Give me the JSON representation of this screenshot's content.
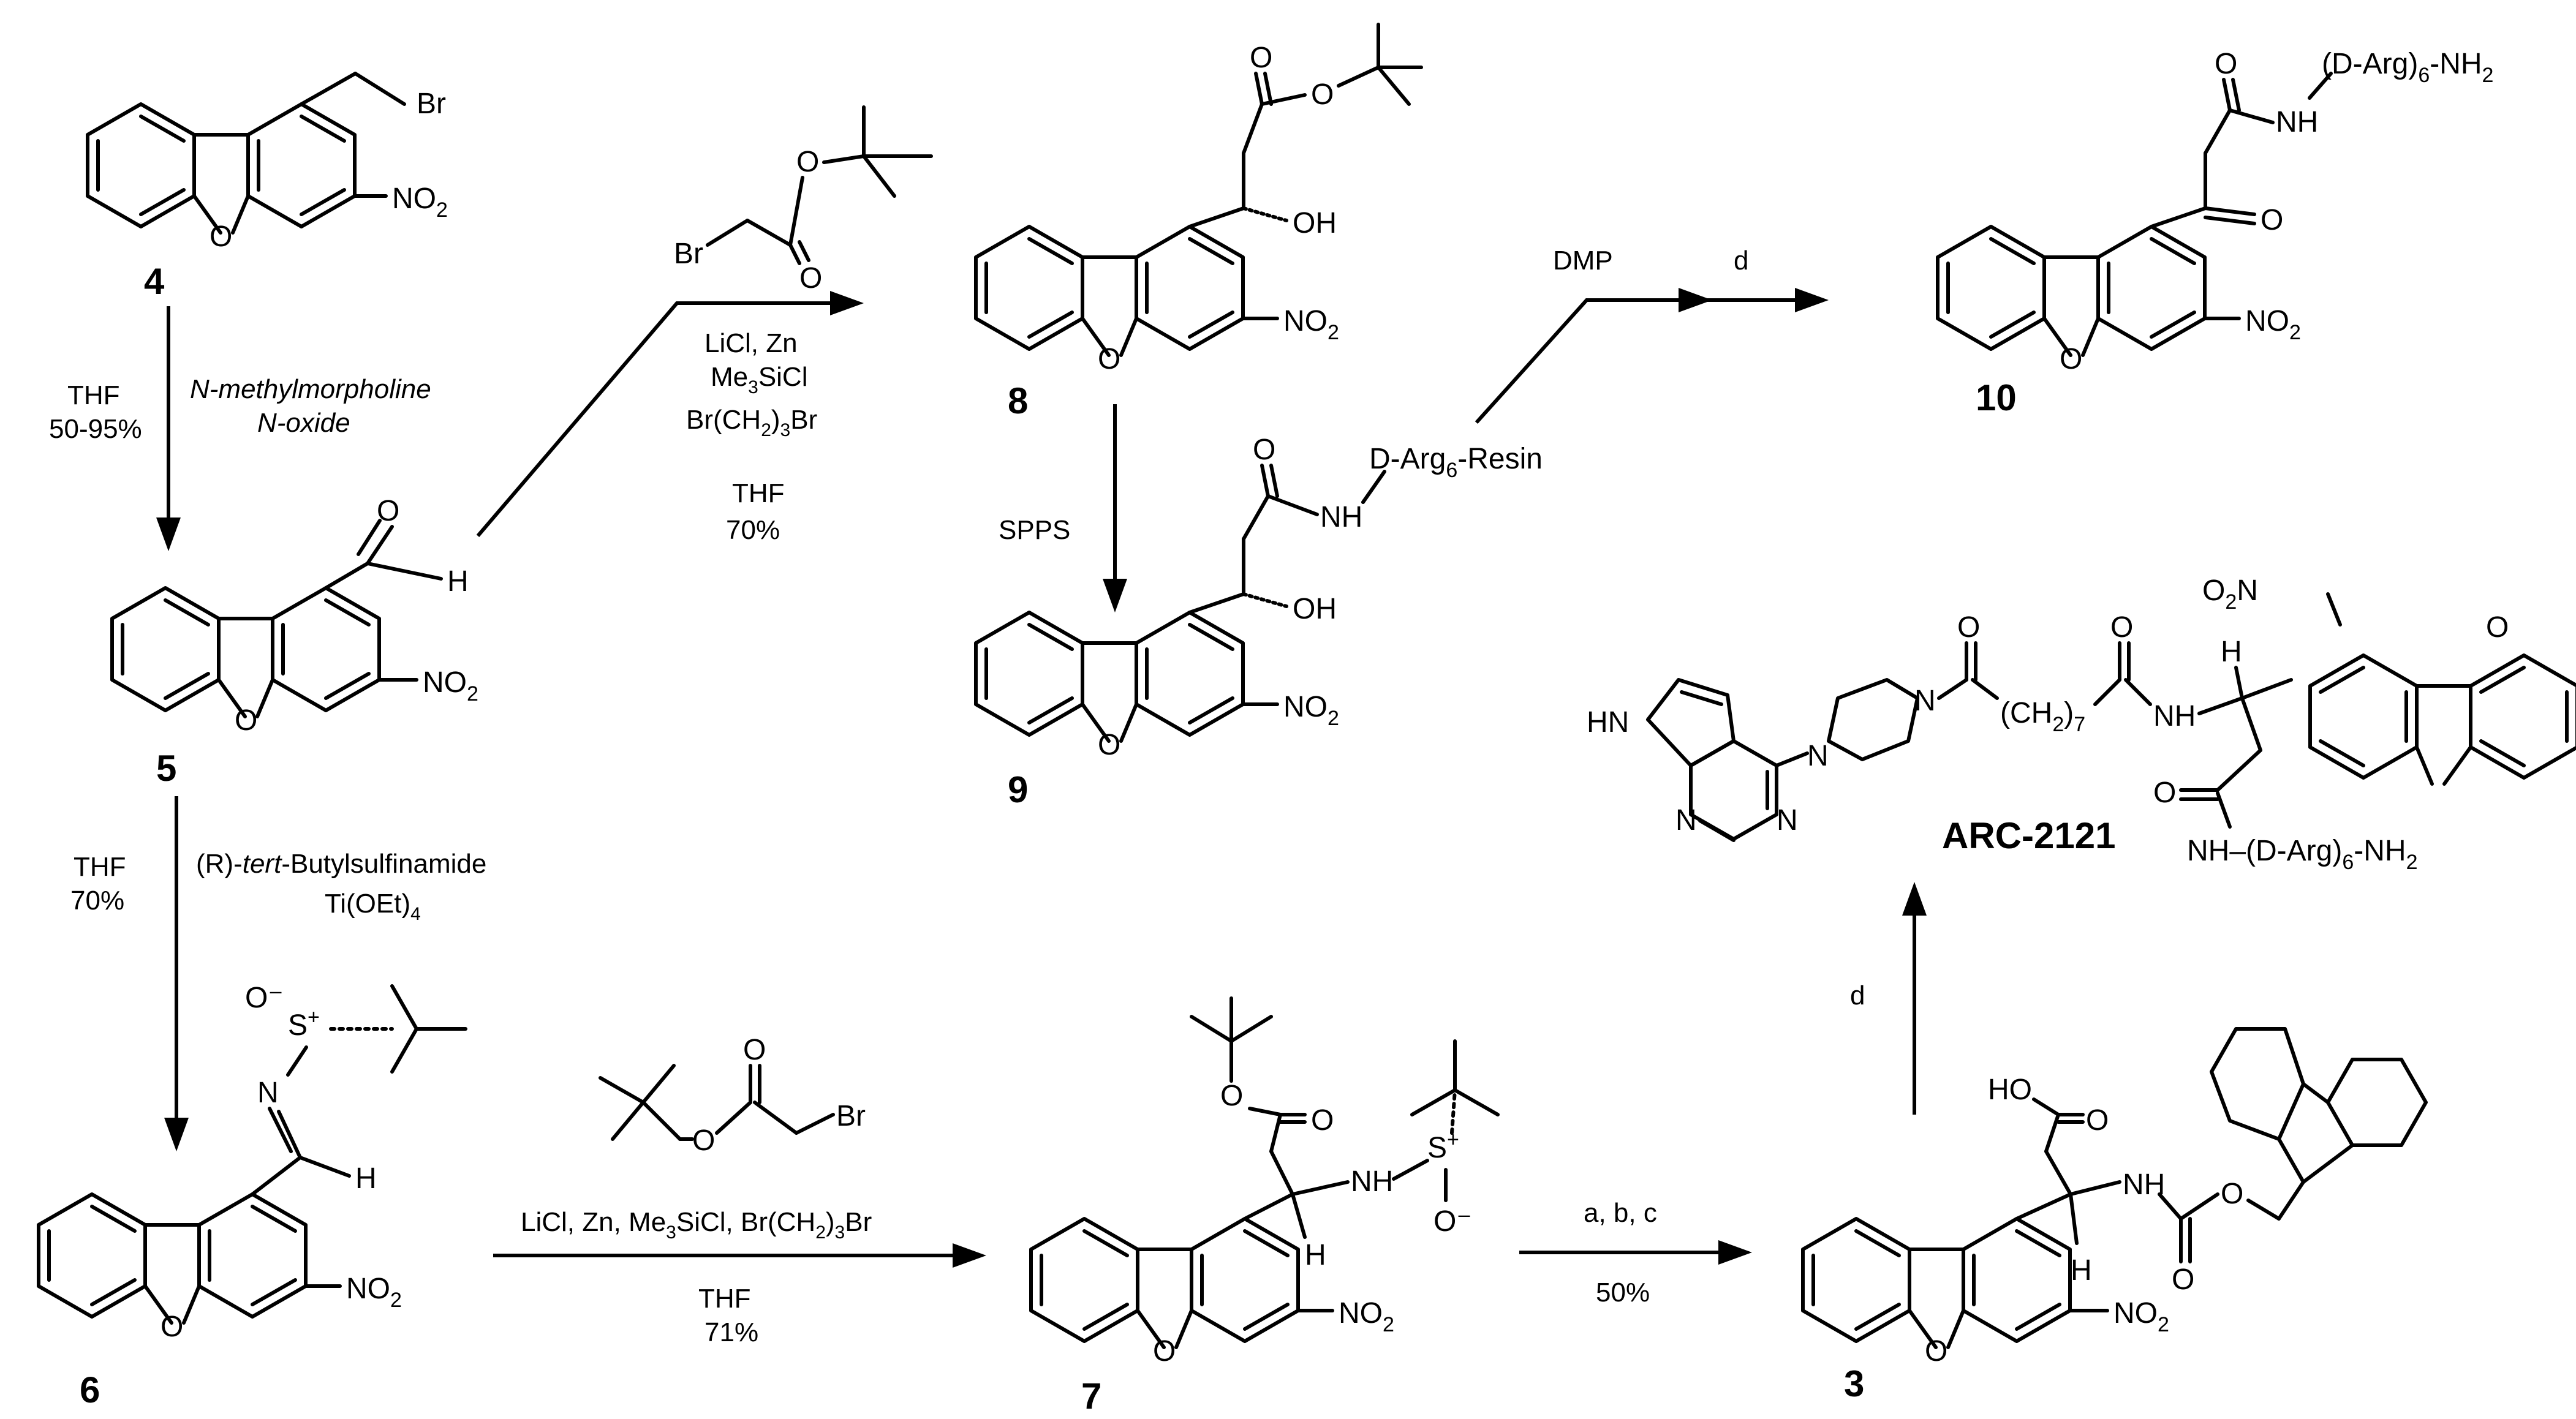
{
  "compounds": {
    "c4": {
      "number": "4",
      "groups": [
        "Br",
        "NO2"
      ]
    },
    "c5": {
      "number": "5",
      "groups": [
        "O",
        "H",
        "NO2"
      ]
    },
    "c6": {
      "number": "6",
      "groups": [
        "O⁻",
        "S⁺",
        "N",
        "H",
        "NO2"
      ]
    },
    "c7": {
      "number": "7",
      "groups": [
        "O",
        "O",
        "NH",
        "S⁺",
        "O⁻",
        "H",
        "NO2"
      ]
    },
    "c3": {
      "number": "3",
      "groups": [
        "HO",
        "O",
        "NH",
        "O",
        "O",
        "H",
        "NO2"
      ]
    },
    "c8": {
      "number": "8",
      "groups": [
        "O",
        "O",
        "OH",
        "NO2"
      ]
    },
    "c9": {
      "number": "9",
      "groups": [
        "O",
        "NH",
        "D-Arg6-Resin",
        "OH",
        "NO2"
      ]
    },
    "c10": {
      "number": "10",
      "groups": [
        "O",
        "NH",
        "(D-Arg)6-NH2",
        "O",
        "NO2"
      ]
    },
    "arc": {
      "number": "ARC-2121",
      "groups": [
        "HN",
        "N",
        "N",
        "N",
        "N",
        "O",
        "(CH2)7",
        "O",
        "NH",
        "H",
        "NO2",
        "O",
        "NH–(D-Arg)6-NH2"
      ]
    }
  },
  "conditions": {
    "step_4_5_left": [
      "THF",
      "50-95%"
    ],
    "step_4_5_right": [
      "N-methylmorpholine",
      "N-oxide"
    ],
    "step_5_6_left": [
      "THF",
      "70%"
    ],
    "step_5_6_right": [
      "(R)-tert-Butylsulfinamide",
      "Ti(OEt)4"
    ],
    "step_5_8_reagent": "Br",
    "step_5_8": [
      "LiCl, Zn",
      "Me3SiCl",
      "Br(CH2)3Br",
      "THF",
      "70%"
    ],
    "step_6_7_reagent": "Br",
    "step_6_7": [
      "LiCl, Zn, Me3SiCl, Br(CH2)3Br",
      "THF",
      "71%"
    ],
    "step_7_3": [
      "a, b, c",
      "50%"
    ],
    "step_8_9": "SPPS",
    "step_9_10": [
      "DMP",
      "d"
    ],
    "step_3_arc": "d"
  }
}
